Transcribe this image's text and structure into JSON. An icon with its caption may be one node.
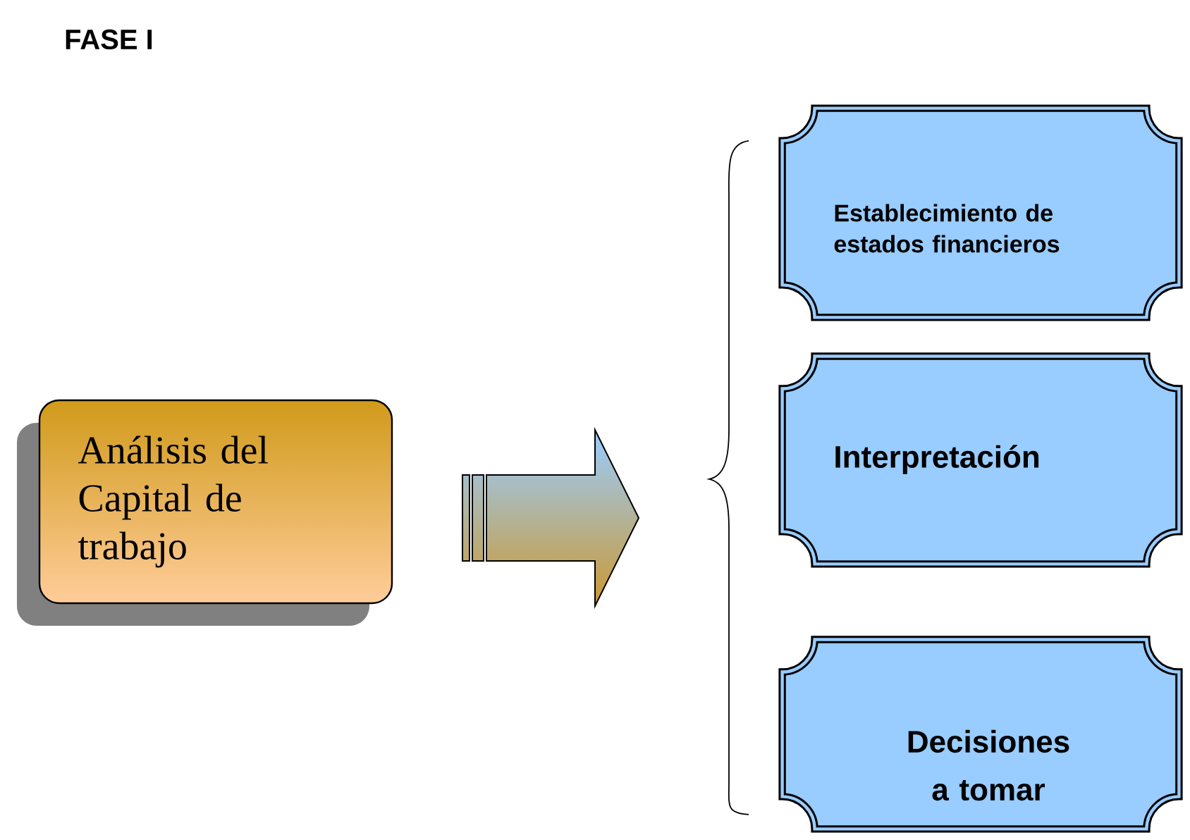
{
  "diagram": {
    "title": "FASE I",
    "nodes": [
      {
        "text": [
          "Análisis del Capital de trabajo"
        ]
      },
      {
        "text": [
          "Establecimiento de estados financieros"
        ]
      },
      {
        "text": [
          "Interpretación"
        ]
      },
      {
        "text": [
          "Decisiones a tomar"
        ]
      }
    ]
  }
}
